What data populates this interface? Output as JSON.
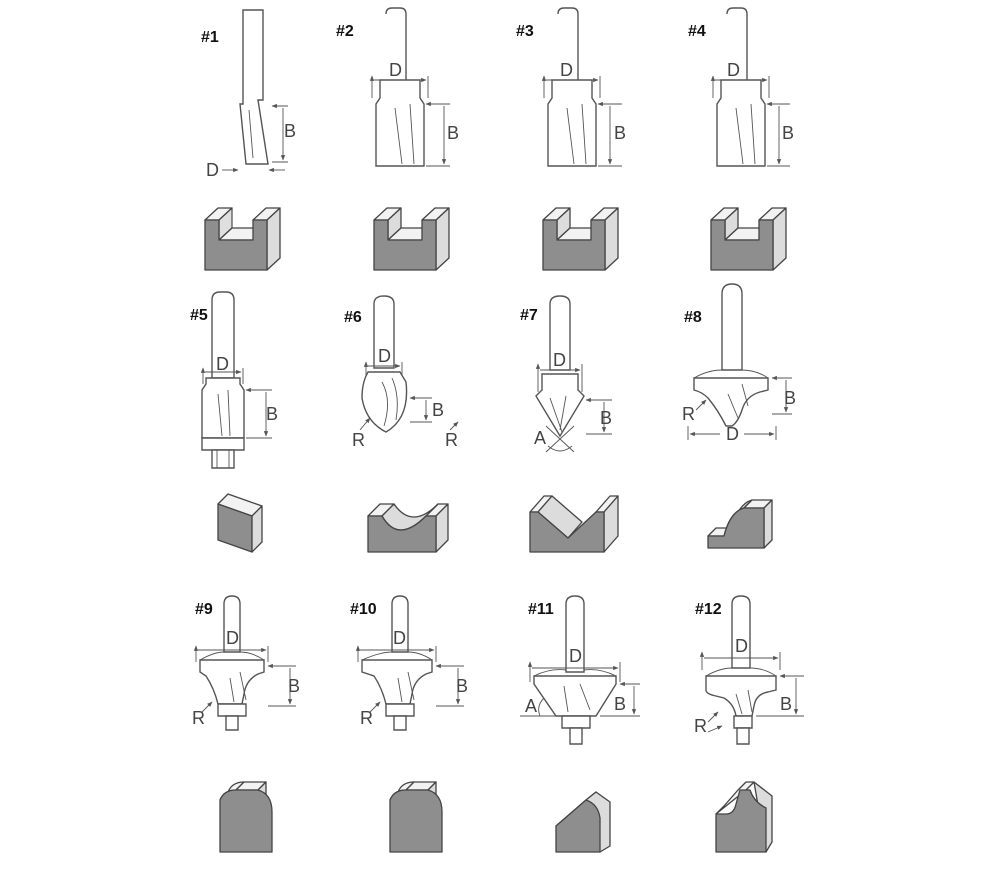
{
  "bits": [
    {
      "number": "#1",
      "labels": [
        "D",
        "B"
      ]
    },
    {
      "number": "#2",
      "labels": [
        "D",
        "B"
      ]
    },
    {
      "number": "#3",
      "labels": [
        "D",
        "B"
      ]
    },
    {
      "number": "#4",
      "labels": [
        "D",
        "B"
      ]
    },
    {
      "number": "#5",
      "labels": [
        "D",
        "B"
      ]
    },
    {
      "number": "#6",
      "labels": [
        "D",
        "B",
        "R",
        "R"
      ]
    },
    {
      "number": "#7",
      "labels": [
        "D",
        "B",
        "A"
      ]
    },
    {
      "number": "#8",
      "labels": [
        "B",
        "R",
        "D"
      ]
    },
    {
      "number": "#9",
      "labels": [
        "D",
        "B",
        "R"
      ]
    },
    {
      "number": "#10",
      "labels": [
        "D",
        "B",
        "R"
      ]
    },
    {
      "number": "#11",
      "labels": [
        "D",
        "A",
        "B"
      ]
    },
    {
      "number": "#12",
      "labels": [
        "D",
        "B",
        "R"
      ]
    }
  ],
  "profiles": [
    "groove",
    "groove",
    "groove",
    "groove",
    "flush-trim",
    "cove",
    "v-groove",
    "ogee",
    "roundover",
    "roundover",
    "chamfer",
    "ogee-step"
  ]
}
